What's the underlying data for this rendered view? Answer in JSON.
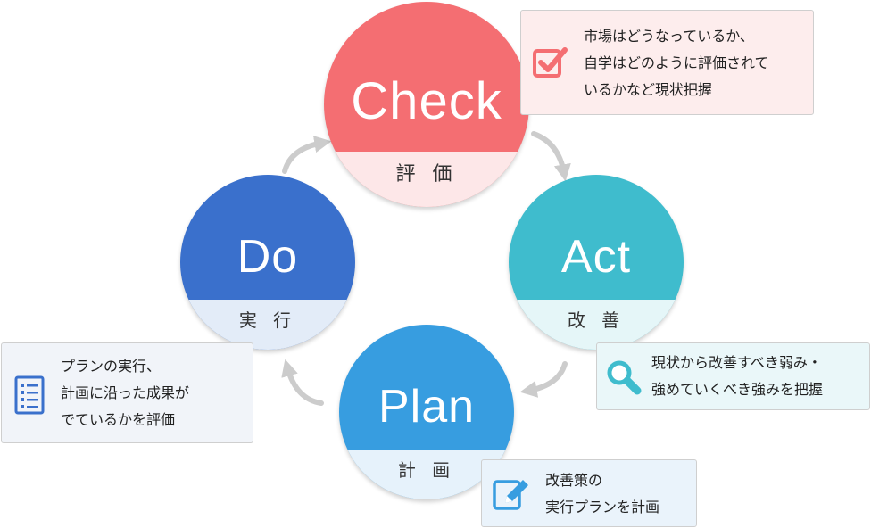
{
  "colors": {
    "check": "#f46e72",
    "act": "#3fbccd",
    "plan": "#379de0",
    "do": "#3a70cc",
    "arrow": "#cccccc"
  },
  "cycle": {
    "check": {
      "title": "Check",
      "subtitle": "評 価"
    },
    "act": {
      "title": "Act",
      "subtitle": "改 善"
    },
    "plan": {
      "title": "Plan",
      "subtitle": "計 画"
    },
    "do": {
      "title": "Do",
      "subtitle": "実 行"
    }
  },
  "notes": {
    "check": {
      "icon": "checkbox-icon",
      "lines": [
        "市場はどうなっているか、",
        "自学はどのように評価されて",
        "いるかなど現状把握"
      ]
    },
    "act": {
      "icon": "magnifier-icon",
      "lines": [
        "現状から改善すべき弱み・",
        "強めていくべき強みを把握"
      ]
    },
    "plan": {
      "icon": "pencil-icon",
      "lines": [
        "改善策の",
        "実行プランを計画"
      ]
    },
    "do": {
      "icon": "checklist-icon",
      "lines": [
        "プランの実行、",
        "計画に沿った成果が",
        "でているかを評価"
      ]
    }
  }
}
